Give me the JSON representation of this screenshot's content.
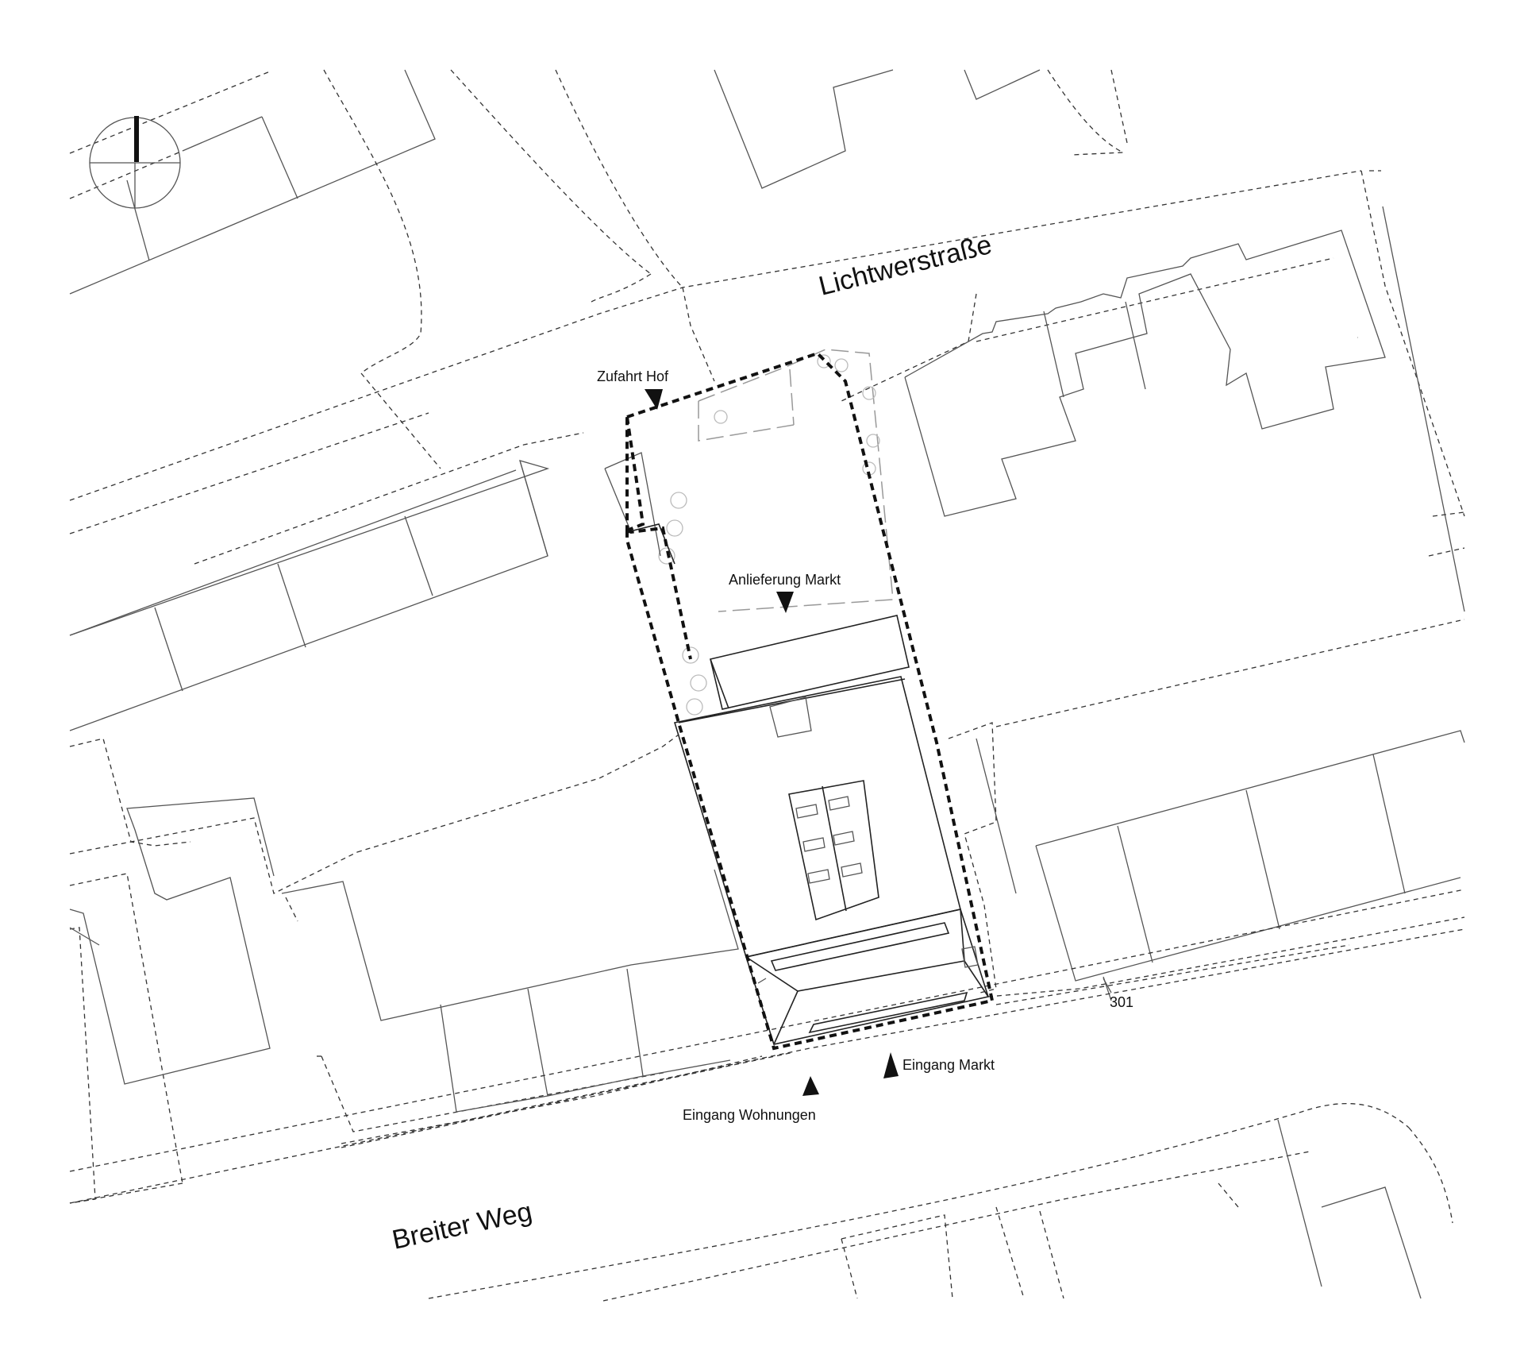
{
  "streets": {
    "north": "Lichtwerstraße",
    "south": "Breiter Weg"
  },
  "labels": {
    "access_yard": "Zufahrt Hof",
    "delivery": "Anlieferung Markt",
    "entrance_market": "Eingang Markt",
    "entrance_apartments": "Eingang Wohnungen",
    "parcel_number": "301"
  },
  "icons": {
    "north_arrow": "north-arrow-icon",
    "entry_marker": "triangle-marker-icon"
  },
  "colors": {
    "line": "#222222",
    "site_boundary": "#111111",
    "background": "#ffffff"
  }
}
